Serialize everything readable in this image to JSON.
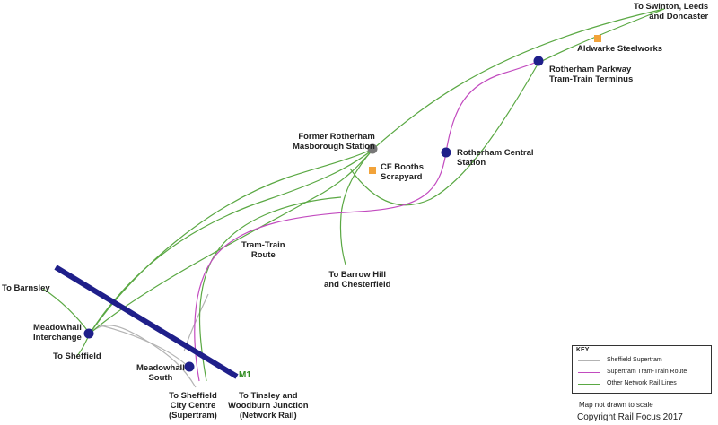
{
  "labels": {
    "swinton": "To Swinton, Leeds\nand Doncaster",
    "aldwarke": "Aldwarke Steelworks",
    "parkway": "Rotherham Parkway\nTram-Train Terminus",
    "masborough": "Former Rotherham\nMasborough Station",
    "booths": "CF Booths\nScrapyard",
    "central": "Rotherham Central\nStation",
    "tramtrain": "Tram-Train\nRoute",
    "barrowhill": "To Barrow Hill\nand Chesterfield",
    "barnsley": "To Barnsley",
    "meadowhall": "Meadowhall\nInterchange",
    "tosheffield": "To Sheffield",
    "meadowhallsouth": "Meadowhall\nSouth",
    "citycentre": "To Sheffield\nCity Centre\n(Supertram)",
    "tinsley": "To Tinsley and\nWoodburn Junction\n(Network Rail)",
    "m1": "M1"
  },
  "legend": {
    "title": "KEY",
    "items": [
      {
        "label": "Sheffield Supertram",
        "color": "#b3b3b3"
      },
      {
        "label": "Supertram Tram-Train Route",
        "color": "#c24bbf"
      },
      {
        "label": "Other Network Rail Lines",
        "color": "#5aa843"
      }
    ]
  },
  "note": "Map not drawn to scale",
  "copyright": "Copyright Rail Focus 2017",
  "colors": {
    "network_rail": "#5aa843",
    "tram_train": "#c24bbf",
    "supertram": "#b3b3b3",
    "motorway": "#1f1f8a",
    "station": "#1f1f8a",
    "former_station": "#777777",
    "freight": "#f2a33a"
  }
}
